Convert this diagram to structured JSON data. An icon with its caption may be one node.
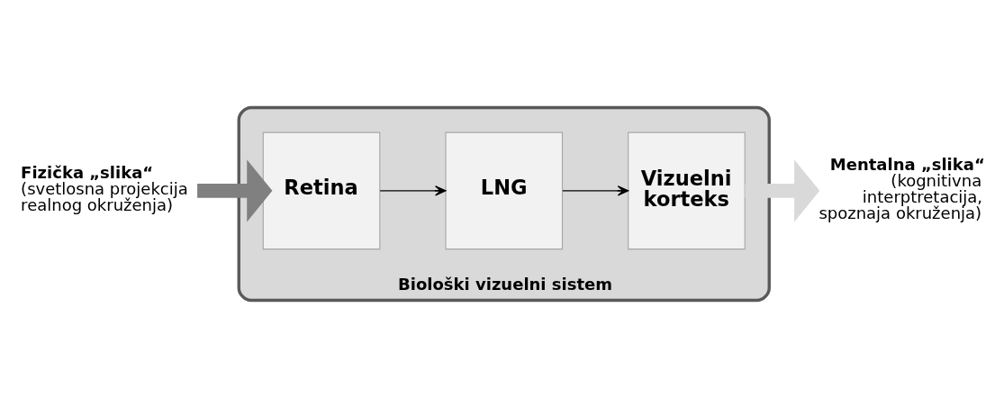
{
  "diagram": {
    "nodes": [
      {
        "text": [
          "Fizička „slika“",
          "(svetlosna projekcija realnog okruženja)"
        ]
      },
      {
        "text": [
          "Mentalna „slika“",
          "(kognitivna interptretacija, spoznaja okruženja)"
        ]
      },
      {
        "text": [
          "Biološki vizuelni sistem"
        ]
      },
      {
        "text": [
          "Retina"
        ],
        "in": 2
      },
      {
        "text": [
          "LNG"
        ],
        "in": 2
      },
      {
        "text": [
          "Vizuelni korteks"
        ],
        "in": 2
      }
    ],
    "edges": [
      {
        "from": 0,
        "to": 3,
        "arrow": "to",
        "style": "thick",
        "color": "#808080"
      },
      {
        "from": 3,
        "to": 4,
        "arrow": "to"
      },
      {
        "from": 4,
        "to": 5,
        "arrow": "to"
      },
      {
        "from": 5,
        "to": 1,
        "arrow": "to",
        "style": "thick",
        "color": "#d9d9d9"
      }
    ]
  }
}
